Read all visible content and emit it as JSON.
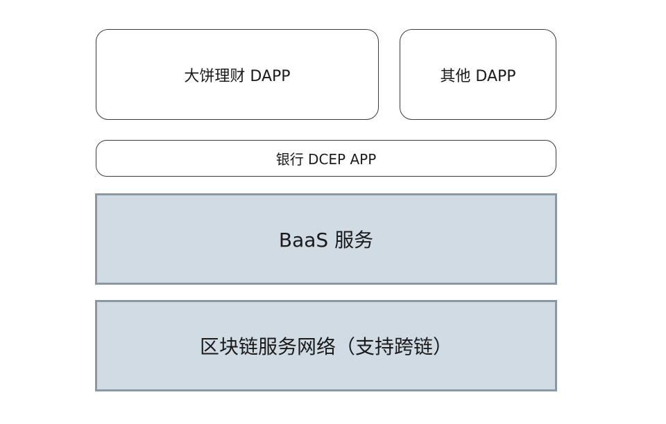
{
  "diagram": {
    "top_layer": {
      "dabing_dapp": "大饼理财 DAPP",
      "other_dapp": "其他 DAPP"
    },
    "app_layer": {
      "bank_dcep_app": "银行 DCEP APP"
    },
    "service_layer": {
      "baas": "BaaS 服务"
    },
    "network_layer": {
      "blockchain_network": "区块链服务网络（支持跨链）"
    },
    "colors": {
      "outline_box_border": "#3a3a3a",
      "filled_box_background": "#d1dbe3",
      "filled_box_border": "#8a98a4"
    }
  }
}
